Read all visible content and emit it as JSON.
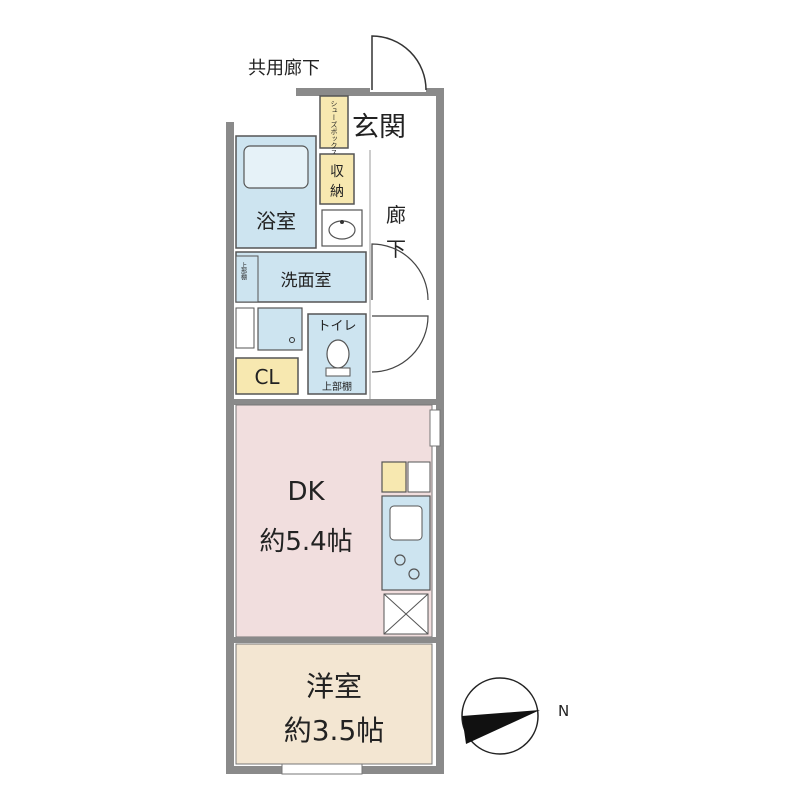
{
  "labels": {
    "corridor_shared": "共用廊下",
    "meter_box": "シューズボックス",
    "entrance": "玄関",
    "storage": "収納",
    "bath": "浴室",
    "hall_1": "廊",
    "hall_2": "下",
    "washroom": "洗面室",
    "upper_shelf_left": "上部棚",
    "toilet": "トイレ",
    "upper_shelf_toilet": "上部棚",
    "closet": "CL",
    "dk_name": "DK",
    "dk_size": "約5.4帖",
    "western_name": "洋室",
    "western_size": "約3.5帖",
    "north": "N"
  },
  "colors": {
    "wall": "#8a8a8a",
    "bath_fill": "#cde4f0",
    "storage_fill": "#f7e8b0",
    "dk_fill": "#f1dede",
    "western_fill": "#f3e6d2"
  }
}
